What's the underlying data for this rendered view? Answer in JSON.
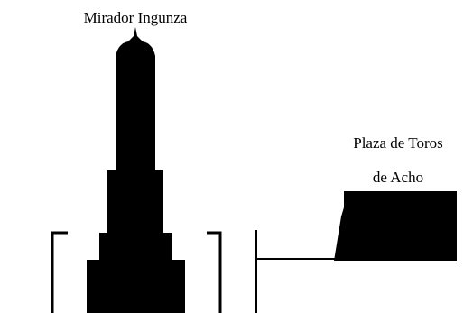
{
  "labels": {
    "tower": "Mirador Ingunza",
    "bullring_line1": "Plaza de Toros",
    "bullring_line2": "de Acho"
  },
  "colors": {
    "background": "#ffffff",
    "ink": "#000000"
  }
}
